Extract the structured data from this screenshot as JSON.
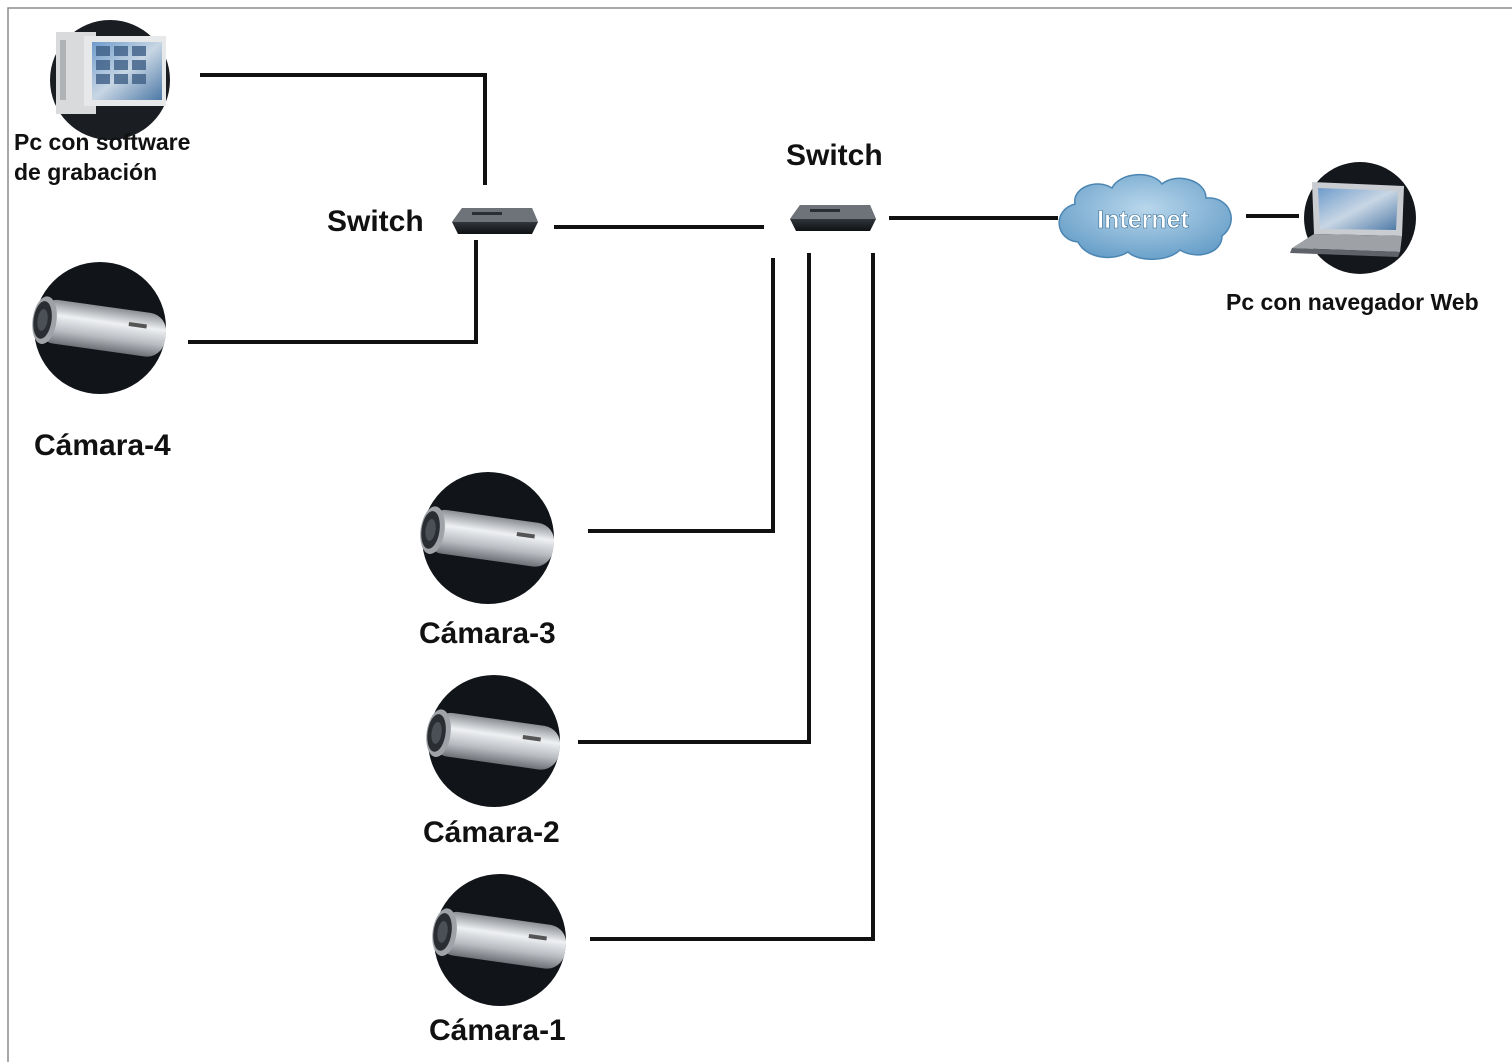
{
  "nodes": {
    "pc_recording": {
      "line1": "Pc con software",
      "line2": "de grabación"
    },
    "switch_left": {
      "label": "Switch"
    },
    "switch_right": {
      "label": "Switch"
    },
    "internet": {
      "label": "Internet"
    },
    "pc_web": {
      "label": "Pc con navegador Web"
    },
    "camera_4": {
      "label": "Cámara-4"
    },
    "camera_3": {
      "label": "Cámara-3"
    },
    "camera_2": {
      "label": "Cámara-2"
    },
    "camera_1": {
      "label": "Cámara-1"
    }
  },
  "edges": [
    {
      "from": "pc_recording",
      "to": "switch_left"
    },
    {
      "from": "camera_4",
      "to": "switch_left"
    },
    {
      "from": "switch_left",
      "to": "switch_right"
    },
    {
      "from": "switch_right",
      "to": "internet"
    },
    {
      "from": "internet",
      "to": "pc_web"
    },
    {
      "from": "camera_3",
      "to": "switch_right"
    },
    {
      "from": "camera_2",
      "to": "switch_right"
    },
    {
      "from": "camera_1",
      "to": "switch_right"
    }
  ],
  "colors": {
    "line": "#111111",
    "device_dark": "#111418",
    "camera_body": "#c9ccd0",
    "cloud": "#8ab6d6",
    "frame": "#8c8c8c"
  },
  "icons": {
    "pc_recording": "desktop-computer-icon",
    "switch": "network-switch-icon",
    "internet": "cloud-icon",
    "pc_web": "laptop-icon",
    "camera": "security-camera-icon"
  }
}
